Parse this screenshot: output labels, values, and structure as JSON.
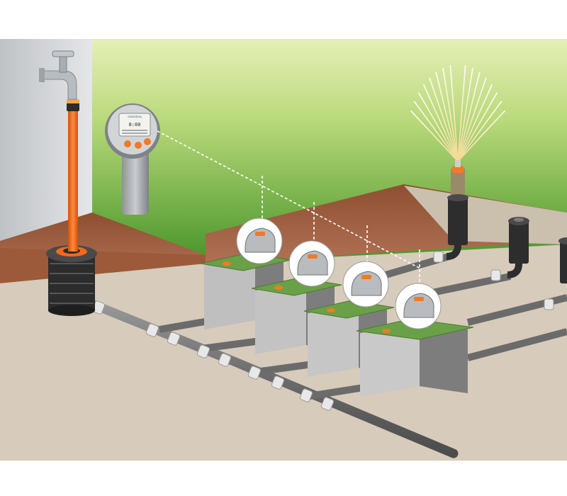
{
  "scene": {
    "controller_display": "8:00",
    "controller_brand": "GARDENA",
    "sprinkler_count": 3,
    "valve_box_count": 4,
    "colors": {
      "wall": "#d8dadc",
      "lawn_top": "#cfe59a",
      "lawn_bottom": "#3f8f22",
      "soil_top": "#a45e3b",
      "soil_ground": "#d7cbbb",
      "pipe": "#6b6b6b",
      "supply_hose": "#f06a1e",
      "valve_box": "#8d8d8d",
      "valve_lid": "#5a8f3c",
      "accent_orange": "#f27a24"
    }
  }
}
